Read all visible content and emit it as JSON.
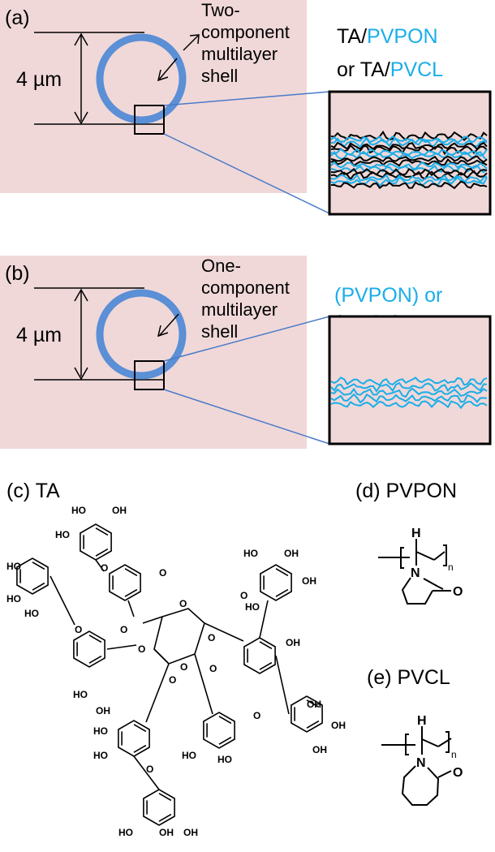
{
  "panel_a": {
    "label": "(a)",
    "diameter": "4 µm",
    "shell_label": [
      "Two-",
      "component",
      "multilayer",
      "shell"
    ],
    "title_line1": [
      "TA/",
      "PVPON"
    ],
    "title_line2": [
      "or TA/",
      "PVCL"
    ]
  },
  "panel_b": {
    "label": "(b)",
    "diameter": "4 µm",
    "shell_label": [
      "One-",
      "component",
      "multilayer",
      "shell"
    ],
    "title_line1": "(PVPON) or",
    "title_line2": "(PVCL)"
  },
  "panel_c": {
    "label": "(c) TA"
  },
  "panel_d": {
    "label": "(d) PVPON"
  },
  "panel_e": {
    "label": "(e) PVCL"
  },
  "atoms": {
    "hydroxyl": "HO",
    "hydroxyl_r": "OH",
    "oxygen": "O",
    "nitrogen": "N",
    "hydrogen": "H",
    "subscript_n": "n"
  },
  "colors": {
    "panel_bg": "#f0d8d8",
    "ring": "#5b8fd6",
    "accent_cyan": "#1aaee8",
    "chain_black": "#000000",
    "zoom_line": "#4a7ac8"
  }
}
